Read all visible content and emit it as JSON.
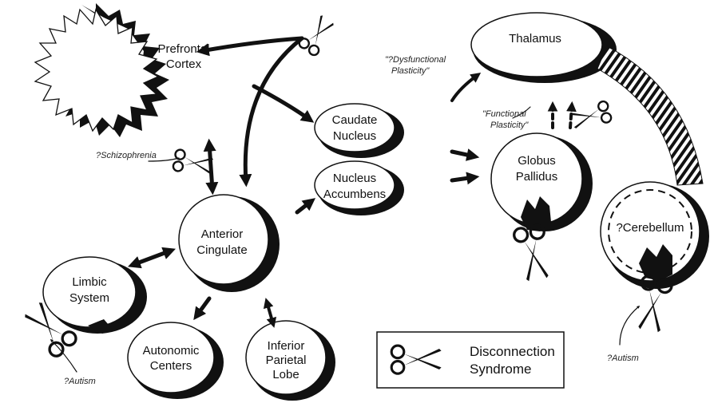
{
  "nodes": {
    "prefrontal": {
      "line1": "Prefrontal",
      "line2": "Cortex"
    },
    "thalamus": {
      "line1": "Thalamus"
    },
    "caudate": {
      "line1": "Caudate",
      "line2": "Nucleus"
    },
    "accumbens": {
      "line1": "Nucleus",
      "line2": "Accumbens"
    },
    "globus": {
      "line1": "Globus",
      "line2": "Pallidus"
    },
    "cingulate": {
      "line1": "Anterior",
      "line2": "Cingulate"
    },
    "limbic": {
      "line1": "Limbic",
      "line2": "System"
    },
    "cerebellum": {
      "line1": "?Cerebellum"
    },
    "autonomic": {
      "line1": "Autonomic",
      "line2": "Centers"
    },
    "parietal": {
      "line1": "Inferior",
      "line2": "Parietal",
      "line3": "Lobe"
    }
  },
  "annotations": {
    "dysfunctional": {
      "line1": "\"?Dysfunctional",
      "line2": "Plasticity\""
    },
    "functional": {
      "line1": "\"Functional",
      "line2": "Plasticity\""
    },
    "schizophrenia": "?Schizophrenia",
    "autism_left": "?Autism",
    "autism_right": "?Autism"
  },
  "legend": {
    "line1": "Disconnection",
    "line2": "Syndrome"
  }
}
